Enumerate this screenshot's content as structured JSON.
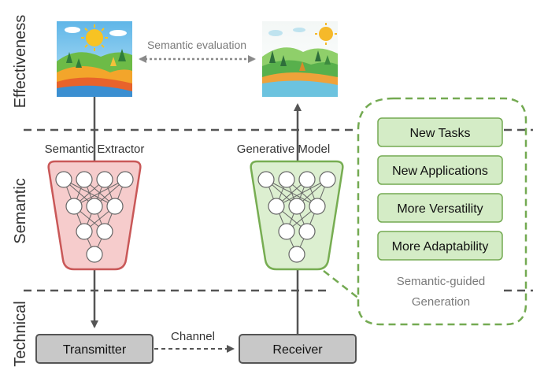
{
  "layers": {
    "effectiveness": "Effectiveness",
    "semantic": "Semantic",
    "technical": "Technical"
  },
  "models": {
    "extractor": "Semantic Extractor",
    "generator": "Generative Model"
  },
  "evaluation": "Semantic evaluation",
  "channel": "Channel",
  "blocks": {
    "transmitter": "Transmitter",
    "receiver": "Receiver"
  },
  "benefits": [
    "New Tasks",
    "New Applications",
    "More Versatility",
    "More Adaptability"
  ],
  "benefits_note": [
    "Semantic-guided",
    "Generation"
  ],
  "colors": {
    "extractor_fill": "#f6cccc",
    "extractor_stroke": "#c95858",
    "generator_fill": "#dcefd0",
    "generator_stroke": "#77ad52",
    "benefit_fill": "#d4ecc6",
    "benefit_stroke": "#74aa52",
    "block_fill": "#c8c8c8",
    "block_stroke": "#555555"
  }
}
